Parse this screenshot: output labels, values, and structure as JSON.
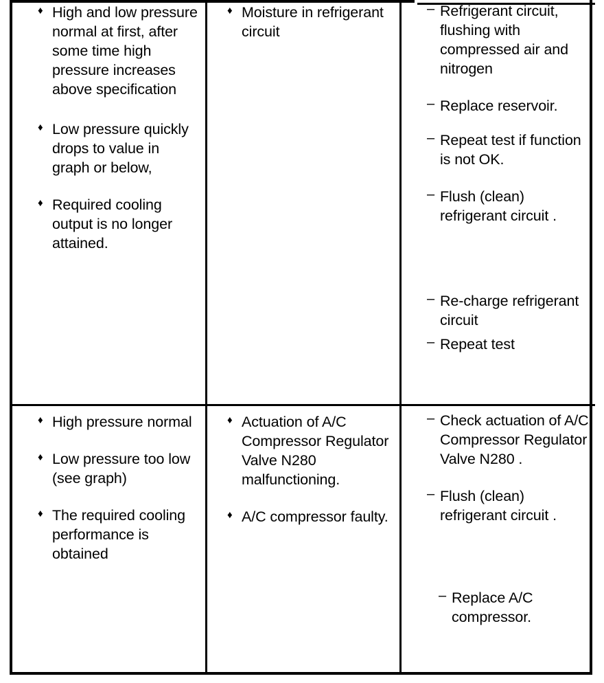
{
  "document": {
    "kind": "troubleshooting-table",
    "column_count": 3,
    "row_count": 2,
    "border_color": "#000000",
    "background_color": "#ffffff",
    "text_color": "#000000"
  },
  "markers": {
    "bullet_diamond": "♦",
    "dash": "–"
  },
  "rows": [
    {
      "id": "row-1",
      "symptom": {
        "items": [
          {
            "marker": "bullet_diamond",
            "text": "High and low pressure normal at first, after some time high pressure increases above specification"
          },
          {
            "marker": "bullet_diamond",
            "text": "Low pressure quickly drops to value in graph or below,"
          },
          {
            "marker": "bullet_diamond",
            "text": "Required cooling output is no longer attained."
          }
        ]
      },
      "cause": {
        "items": [
          {
            "marker": "bullet_diamond",
            "text": "Moisture in refrigerant circuit"
          }
        ]
      },
      "remedy": {
        "items": [
          {
            "marker": "dash",
            "text": "Refrigerant circuit, flushing with compressed air and nitrogen"
          },
          {
            "marker": "dash",
            "text": "Replace reservoir."
          },
          {
            "marker": "dash",
            "text": "Repeat test if function is not OK."
          },
          {
            "marker": "dash",
            "text": "Flush (clean) refrigerant circuit ."
          },
          {
            "marker": "dash",
            "text": "Re-charge refrigerant circuit"
          },
          {
            "marker": "dash",
            "text": "Repeat test"
          }
        ]
      }
    },
    {
      "id": "row-2",
      "symptom": {
        "items": [
          {
            "marker": "bullet_diamond",
            "text": "High pressure normal"
          },
          {
            "marker": "bullet_diamond",
            "text": "Low pressure too low (see graph)"
          },
          {
            "marker": "bullet_diamond",
            "text": "The required cooling performance is obtained"
          }
        ]
      },
      "cause": {
        "items": [
          {
            "marker": "bullet_diamond",
            "text": "Actuation of A/C Compressor Regulator Valve N280 malfunctioning."
          },
          {
            "marker": "bullet_diamond",
            "text": "A/C compressor faulty."
          }
        ]
      },
      "remedy": {
        "items": [
          {
            "marker": "dash",
            "text": "Check actuation of A/C Compressor Regulator Valve N280 ."
          },
          {
            "marker": "dash",
            "text": "Flush (clean) refrigerant circuit ."
          },
          {
            "marker": "dash",
            "text": "Replace A/C compressor."
          }
        ]
      }
    }
  ]
}
